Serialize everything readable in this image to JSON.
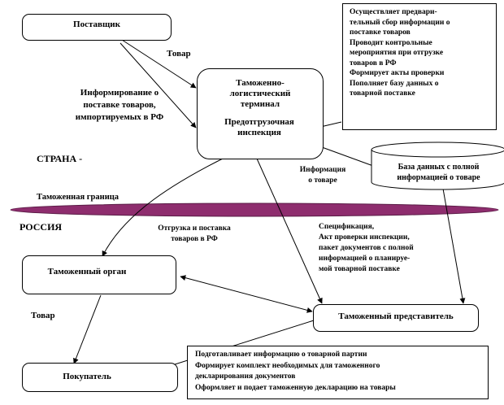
{
  "nodes": {
    "supplier": "Поставщик",
    "terminal": "Таможенно-логистический терминал",
    "inspection": "Предотгрузочная инспекция",
    "database": "База данных  с полной информацией о товаре",
    "customs_body": "Таможенный орган",
    "customs_rep": "Таможенный представитель",
    "buyer": "Покупатель"
  },
  "labels": {
    "goods_top": "Товар",
    "informing_1": "Информирование  о",
    "informing_2": "поставке товаров,",
    "informing_3": "импортируемых в РФ",
    "country": "СТРАНА -",
    "customs_border": "Таможенная граница",
    "russia": "РОССИЯ",
    "info_goods_1": "Информация",
    "info_goods_2": "о товаре",
    "shipment_1": "Отгрузка и поставка",
    "shipment_2": "товаров в РФ",
    "spec_1": "Спецификация,",
    "spec_2": "Акт проверки инспекции,",
    "spec_3": "пакет документов с полной",
    "spec_4": "информацией о планируе-",
    "spec_5": "мой товарной поставке",
    "goods_bottom": "Товар"
  },
  "inspection_duties": [
    "Осуществляет предвари-",
    "тельный сбор информации о",
    "поставке товаров",
    "Проводит контрольные",
    "мероприятия при отгрузке",
    "товаров в РФ",
    "Формирует акты проверки",
    "Пополняет базу данных  о",
    "товарной поставке"
  ],
  "rep_duties": [
    "Подготавливает  информацию о товарной партии",
    "Формирует комплект необходимых  для таможенного",
    "декларирования документов",
    "Оформляет и подает таможенную декларацию на товары"
  ],
  "colors": {
    "border_band": "#8e2d6e",
    "stroke": "#000000"
  }
}
